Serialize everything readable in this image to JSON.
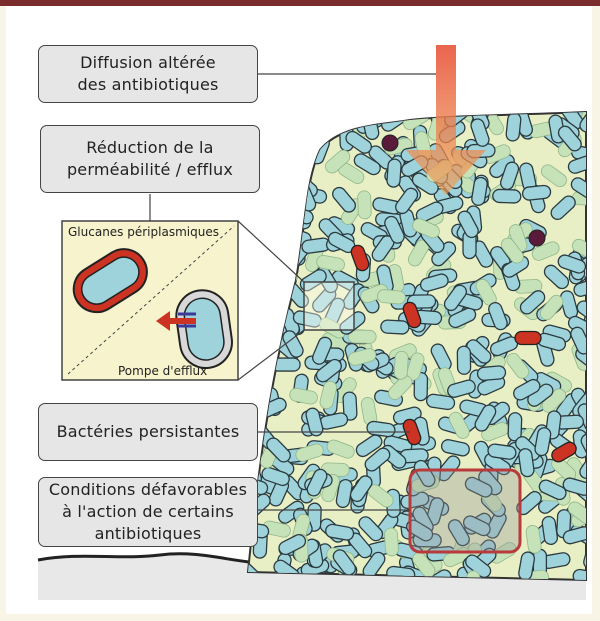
{
  "labels": {
    "diffusion": "Diffusion altérée\ndes antibiotiques",
    "permeabilite": "Réduction de la\nperméabilité / efflux",
    "persistantes": "Bactéries persistantes",
    "conditions": "Conditions défavorables\nà l'action de certains\nantibiotiques"
  },
  "inset": {
    "glucanes": "Glucanes périplasmiques",
    "pompe": "Pompe d'efflux"
  },
  "colors": {
    "frame_border": "#7a2b2b",
    "biofilm_fill": "#e8efc4",
    "bacteria_fill": "#9fd3dc",
    "persister_fill": "#cc3322",
    "arrow": "#e8603a",
    "highlight_box": "#b83a3a",
    "inset_bg": "#f7f3cc"
  },
  "icons": [
    "gradient-arrow-icon",
    "efflux-arrow-icon"
  ]
}
